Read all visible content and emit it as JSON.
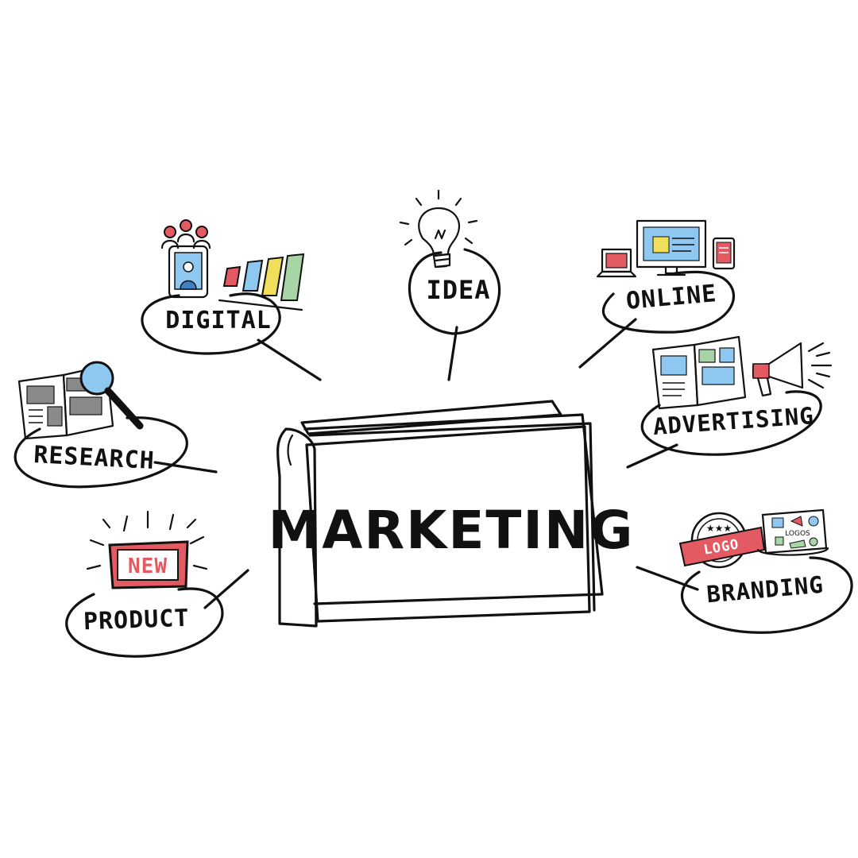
{
  "center": {
    "label": "MARKETING"
  },
  "nodes": {
    "idea": {
      "label": "IDEA"
    },
    "digital": {
      "label": "DIGITAL"
    },
    "online": {
      "label": "ONLINE"
    },
    "research": {
      "label": "RESEARCH"
    },
    "advertising": {
      "label": "ADVERTISING"
    },
    "product": {
      "label": "PRODUCT"
    },
    "branding": {
      "label": "BRANDING"
    }
  },
  "badges": {
    "new": "NEW",
    "logo": "LOGO",
    "logos": "LOGOS"
  },
  "colors": {
    "ink": "#111111",
    "bulb": "#f7e463",
    "red": "#e45a63",
    "blue": "#8ec7ef",
    "green": "#a8d5a6",
    "yellow": "#f1df5b",
    "gray": "#8a8a8a"
  }
}
